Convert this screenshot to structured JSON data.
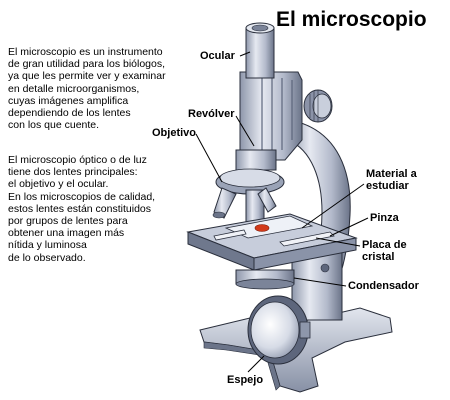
{
  "title": "El microscopio",
  "paragraphs": {
    "p1": "El microscopio es un instrumento\nde gran utilidad para los biólogos,\nya que les permite ver y examinar\nen detalle microorganismos,\ncuyas imágenes amplifica\ndependiendo de los lentes\ncon los que cuente.",
    "p2": "El microscopio óptico o de luz\ntiene dos lentes principales:\nel objetivo y el ocular.\nEn los microscopios de calidad,\nestos lentes están constituidos\npor grupos de lentes para\nobtener una imagen más\nnítida y luminosa\nde lo observado."
  },
  "labels": {
    "ocular": "Ocular",
    "revolver": "Revólver",
    "objetivo": "Objetivo",
    "material": "Material a\nestudiar",
    "pinza": "Pinza",
    "placa": "Placa de\ncristal",
    "condensador": "Condensador",
    "espejo": "Espejo"
  },
  "colors": {
    "metal_light": "#d8dde8",
    "metal_mid": "#a9b1c4",
    "metal_dark": "#5d667c",
    "outline": "#2a2f3c",
    "specimen": "#d23a1a"
  }
}
